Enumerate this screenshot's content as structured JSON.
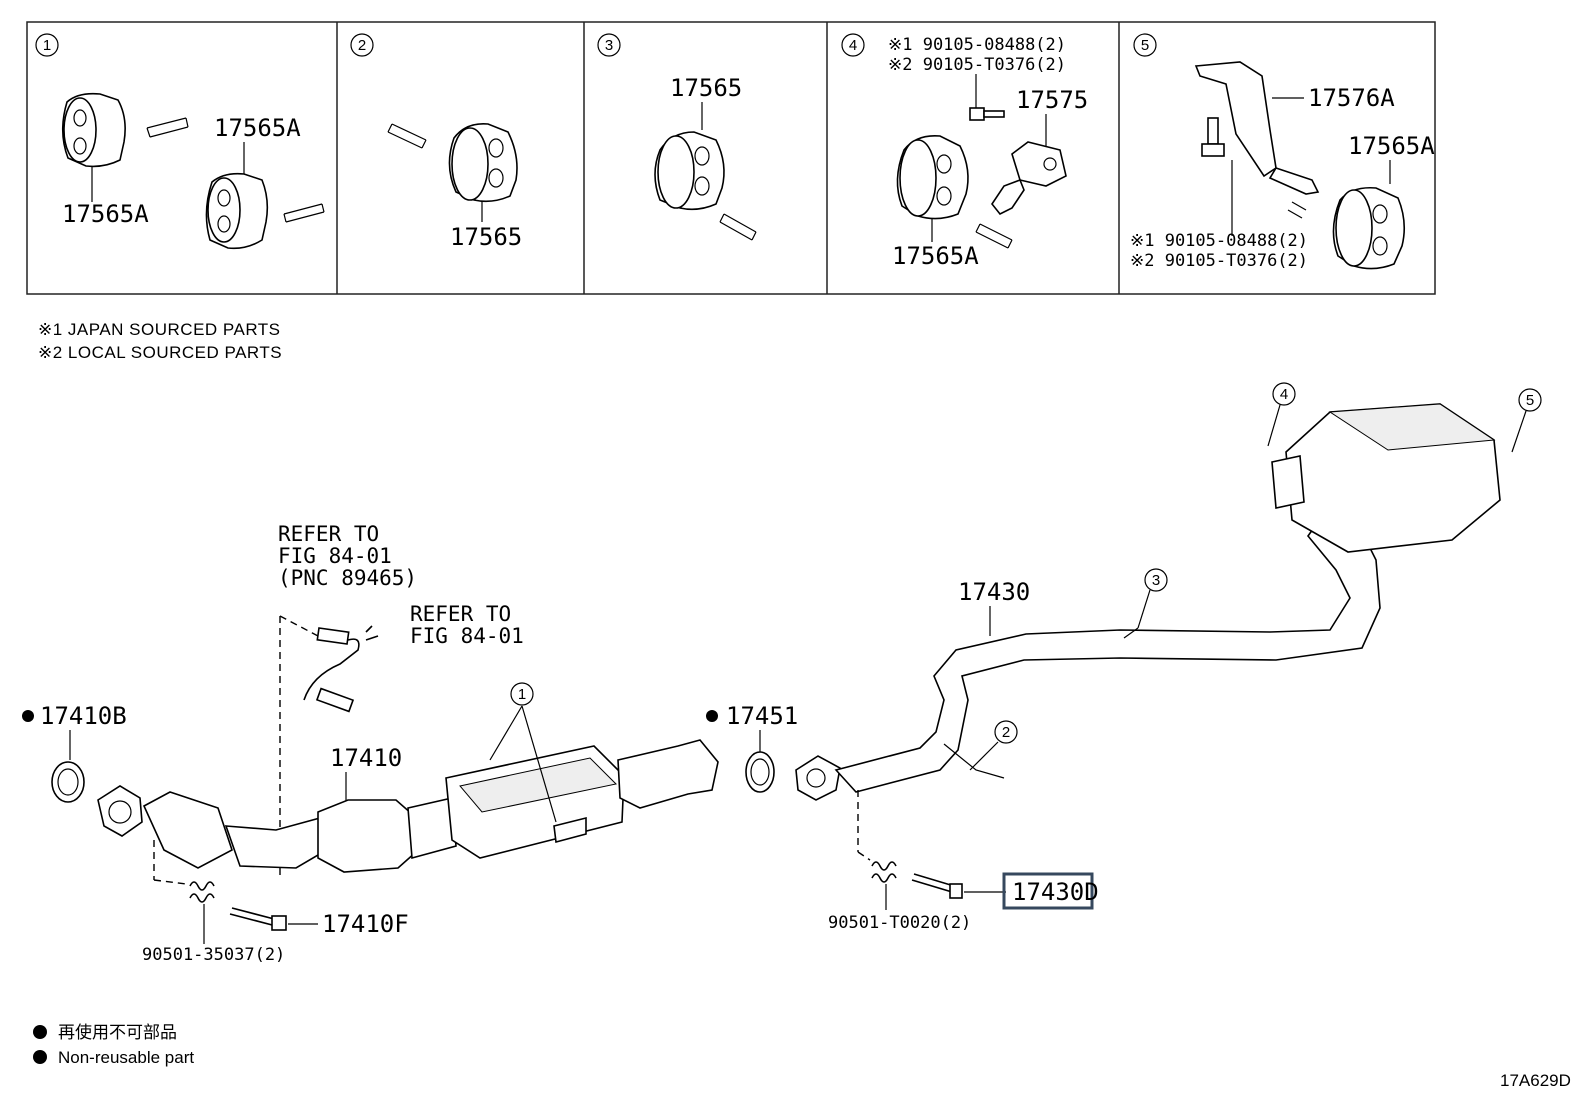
{
  "panels": [
    {
      "num": "1",
      "labels": [
        "17565A",
        "17565A"
      ]
    },
    {
      "num": "2",
      "labels": [
        "17565"
      ]
    },
    {
      "num": "3",
      "labels": [
        "17565"
      ]
    },
    {
      "num": "4",
      "notes": [
        "※1 90105-08488(2)",
        "※2 90105-T0376(2)"
      ],
      "labels": [
        "17575",
        "17565A"
      ]
    },
    {
      "num": "5",
      "labels": [
        "17576A",
        "17565A"
      ],
      "notes": [
        "※1 90105-08488(2)",
        "※2 90105-T0376(2)"
      ]
    }
  ],
  "source_notes": [
    "※1 JAPAN SOURCED PARTS",
    "※2 LOCAL SOURCED PARTS"
  ],
  "refer_o2": [
    "REFER TO",
    "FIG 84-01",
    "(PNC 89465)"
  ],
  "refer_clip": [
    "REFER TO",
    "FIG 84-01"
  ],
  "parts": {
    "p17410B": "17410B",
    "p17410": "17410",
    "p17451": "17451",
    "p17430": "17430",
    "p17430D": "17430D",
    "p17410F": "17410F",
    "spring_front": "90501-35037(2)",
    "spring_rear": "90501-T0020(2)"
  },
  "callouts": {
    "c1": "1",
    "c2": "2",
    "c3": "3",
    "c4": "4",
    "c5": "5"
  },
  "legend": {
    "jp": "再使用不可部品",
    "en": "Non-reusable part"
  },
  "figure_id": "17A629D",
  "highlight_color": "#36485e"
}
